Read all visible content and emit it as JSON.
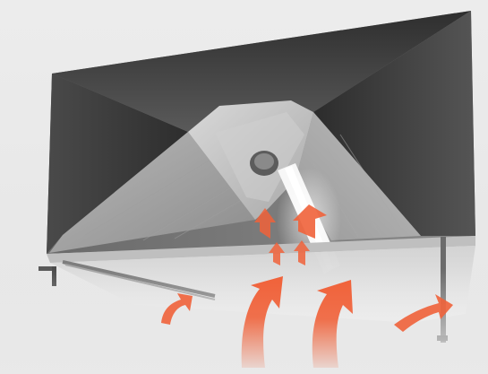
{
  "image": {
    "subject": "stainless-steel-kitchen-extraction-hood",
    "view": "underside-perspective",
    "airflow_arrows": 8,
    "colors": {
      "background": "#e9e9e9",
      "hood_dark": "#3a3a3a",
      "hood_mid": "#7a7a7a",
      "steel_light": "#d8d8d8",
      "airflow_orange": "#f0623a",
      "light_tube": "#f7f7f7"
    }
  }
}
